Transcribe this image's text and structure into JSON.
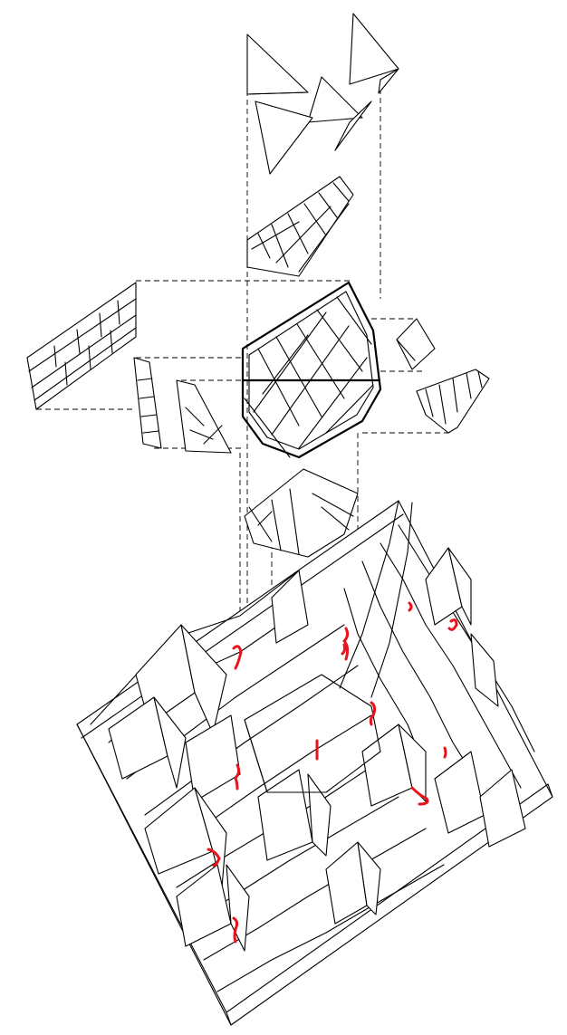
{
  "diagram": {
    "style": "exploded axonometric line drawing",
    "line_color": "#000000",
    "background": "#ffffff",
    "accent_color": "#e8141b",
    "components": [
      "roof-panels",
      "upper-lattice-panel",
      "left-wing-panel",
      "left-inner-panels",
      "central-lattice-frame",
      "right-block",
      "right-lattice-panel",
      "lower-fragment",
      "stepped-terrain-base"
    ],
    "red_markers": 12
  }
}
